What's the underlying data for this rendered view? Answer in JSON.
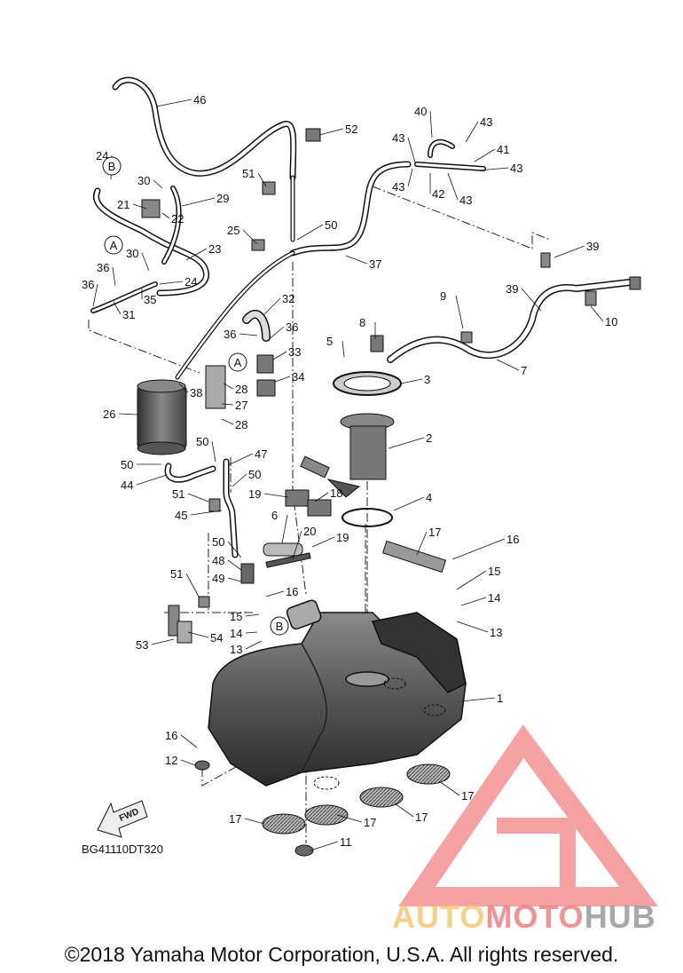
{
  "diagram": {
    "code": "BG41110DT320",
    "fwd_label": "FWD",
    "callouts": [
      "1",
      "2",
      "3",
      "4",
      "5",
      "6",
      "7",
      "8",
      "9",
      "10",
      "11",
      "12",
      "13",
      "13",
      "14",
      "14",
      "15",
      "15",
      "16",
      "16",
      "16",
      "17",
      "17",
      "17",
      "17",
      "17",
      "18",
      "19",
      "19",
      "20",
      "21",
      "22",
      "23",
      "24",
      "24",
      "25",
      "26",
      "27",
      "28",
      "28",
      "29",
      "30",
      "30",
      "31",
      "32",
      "33",
      "34",
      "35",
      "36",
      "36",
      "36",
      "36",
      "37",
      "38",
      "39",
      "39",
      "40",
      "41",
      "42",
      "43",
      "43",
      "43",
      "43",
      "43",
      "44",
      "45",
      "46",
      "47",
      "48",
      "49",
      "50",
      "50",
      "50",
      "50",
      "50",
      "51",
      "51",
      "51",
      "52",
      "53",
      "54"
    ],
    "circled_refs": [
      "A",
      "B",
      "A",
      "B"
    ]
  },
  "watermark": {
    "part1": "AUTO",
    "part2": "MOTO",
    "part3": "HUB",
    "color1": "#f6c873",
    "color2": "#f08080",
    "color3": "#9a9a9a"
  },
  "footer": {
    "copyright": "©2018 Yamaha Motor Corporation, U.S.A. All rights reserved."
  }
}
